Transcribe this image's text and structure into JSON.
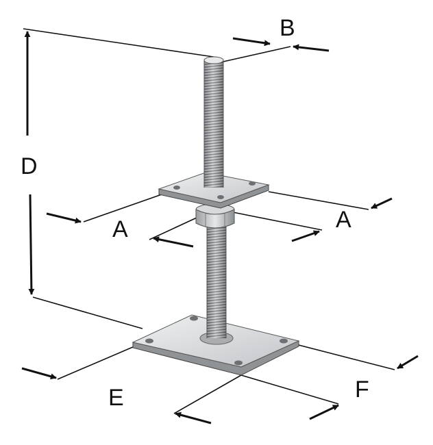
{
  "labels": {
    "a_left": "A",
    "a_right": "A",
    "b": "B",
    "d": "D",
    "e": "E",
    "f": "F"
  },
  "colors": {
    "line": "#111111",
    "metal_light": "#e4e6e8",
    "metal_mid": "#b9bcbf",
    "metal_dark": "#7d8184",
    "thread_dark": "#5d6164"
  }
}
